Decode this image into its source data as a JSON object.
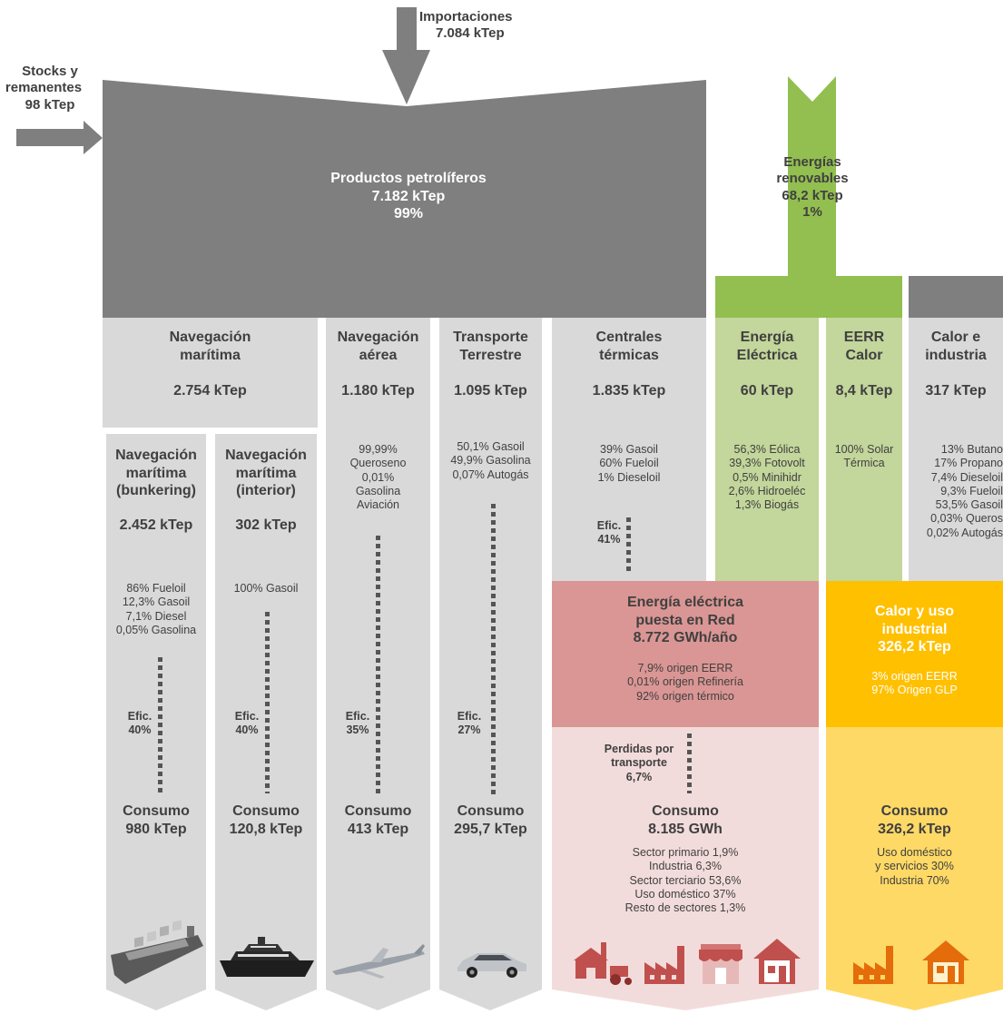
{
  "inputs": {
    "imports": {
      "label": "Importaciones",
      "value": "7.084 kTep"
    },
    "stocks": {
      "line1": "Stocks y",
      "line2": "remanentes",
      "value": "98 kTep"
    }
  },
  "petroleum": {
    "title": "Productos petrolíferos",
    "value": "7.182 kTep",
    "share": "99%"
  },
  "renewables": {
    "line1": "Energías",
    "line2": "renovables",
    "value": "68,2 kTep",
    "share": "1%"
  },
  "columns": {
    "nav_maritima": {
      "line1": "Navegación",
      "line2": "marítima",
      "value": "2.754 kTep"
    },
    "bunkering": {
      "line1": "Navegación",
      "line2": "marítima",
      "line3": "(bunkering)",
      "value": "2.452 kTep",
      "mix": [
        "86% Fueloil",
        "12,3% Gasoil",
        "7,1% Diesel",
        "0,05% Gasolina"
      ],
      "efic_label": "Efic.",
      "efic_value": "40%",
      "consumo_label": "Consumo",
      "consumo_value": "980 kTep"
    },
    "interior": {
      "line1": "Navegación",
      "line2": "marítima",
      "line3": "(interior)",
      "value": "302 kTep",
      "mix": [
        "100% Gasoil"
      ],
      "efic_label": "Efic.",
      "efic_value": "40%",
      "consumo_label": "Consumo",
      "consumo_value": "120,8 kTep"
    },
    "aerea": {
      "line1": "Navegación",
      "line2": "aérea",
      "value": "1.180 kTep",
      "mix": [
        "99,99%",
        "Queroseno",
        "0,01%",
        "Gasolina",
        "Aviación"
      ],
      "efic_label": "Efic.",
      "efic_value": "35%",
      "consumo_label": "Consumo",
      "consumo_value": "413 kTep"
    },
    "terrestre": {
      "line1": "Transporte",
      "line2": "Terrestre",
      "value": "1.095 kTep",
      "mix": [
        "50,1% Gasoil",
        "49,9% Gasolina",
        "0,07% Autogás"
      ],
      "efic_label": "Efic.",
      "efic_value": "27%",
      "consumo_label": "Consumo",
      "consumo_value": "295,7 kTep"
    },
    "centrales": {
      "line1": "Centrales",
      "line2": "térmicas",
      "value": "1.835 kTep",
      "mix": [
        "39% Gasoil",
        "60% Fueloil",
        "1% Dieseloil"
      ],
      "efic_label": "Efic.",
      "efic_value": "41%"
    },
    "electrica": {
      "line1": "Energía",
      "line2": "Eléctrica",
      "value": "60 kTep",
      "mix": [
        "56,3% Eólica",
        "39,3% Fotovolt",
        "0,5% Minihidr",
        "2,6% Hidroeléc",
        "1,3% Biogás"
      ]
    },
    "eerr_calor": {
      "line1": "EERR",
      "line2": "Calor",
      "value": "8,4 kTep",
      "mix": [
        "100% Solar",
        "Térmica"
      ]
    },
    "calor_industria": {
      "line1": "Calor e",
      "line2": "industria",
      "value": "317 kTep",
      "mix": [
        "13% Butano",
        "17% Propano",
        "7,4% Dieseloil",
        "9,3% Fueloil",
        "53,5% Gasoil",
        "0,03% Queros",
        "0,02% Autogás"
      ]
    }
  },
  "red": {
    "line1": "Energía eléctrica",
    "line2": "puesta en Red",
    "value": "8.772  GWh/año",
    "origins": [
      "7,9% origen EERR",
      "0,01% origen Refinería",
      "92% origen térmico"
    ],
    "loss_line1": "Perdidas por",
    "loss_line2": "transporte",
    "loss_value": "6,7%",
    "consumo_label": "Consumo",
    "consumo_value": "8.185  GWh",
    "sectors": [
      "Sector primario 1,9%",
      "Industria 6,3%",
      "Sector terciario  53,6%",
      "Uso doméstico 37%",
      "Resto de sectores 1,3%"
    ]
  },
  "calor_uso": {
    "line1": "Calor y uso",
    "line2": "industrial",
    "value": "326,2  kTep",
    "origins": [
      "3% origen EERR",
      "97% Origen GLP"
    ],
    "consumo_label": "Consumo",
    "consumo_value": "326,2  kTep",
    "uses": [
      "Uso doméstico",
      "y servicios 30%",
      "Industria 70%"
    ]
  },
  "icons": [
    "container-ship-icon",
    "ferry-icon",
    "airplane-icon",
    "car-icon",
    "farm-icon",
    "factory-icon",
    "shop-icon",
    "house-icon"
  ],
  "colors": {
    "petroleum": "#7f7f7f",
    "column": "#d9d9d9",
    "renewable": "#92bf4f",
    "renewable_light": "#c3d69b",
    "red_dark": "#da9694",
    "red_light": "#f2dcdb",
    "orange": "#ffc000",
    "yellow": "#ffd966",
    "text": "#404040"
  }
}
